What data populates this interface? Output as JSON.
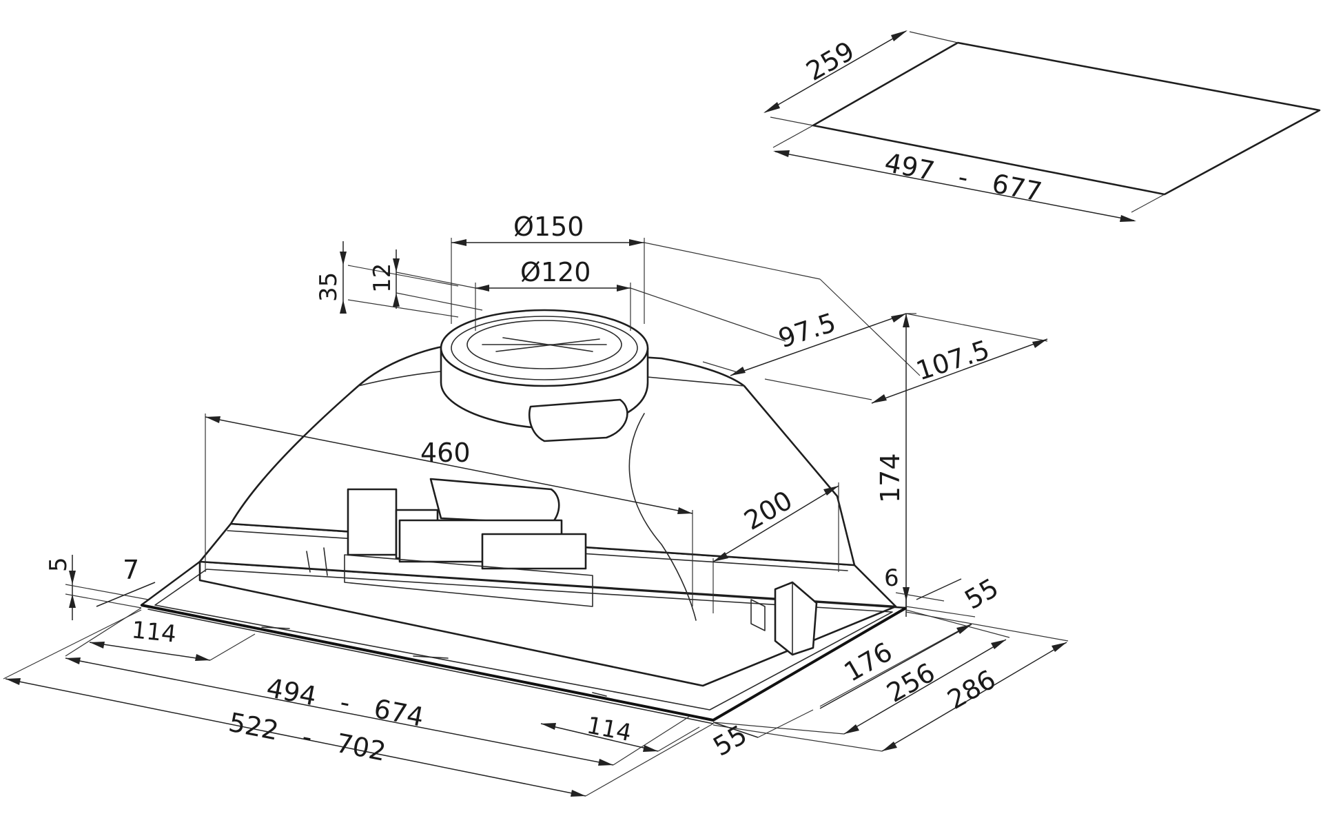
{
  "dimensions": {
    "panel_width": "259",
    "panel_length": "497   -   677",
    "outlet_outer_diameter": "Ø150",
    "outlet_inner_diameter": "Ø120",
    "collar_height_35": "35",
    "collar_height_12": "12",
    "outlet_offset_97_5": "97.5",
    "outlet_offset_107_5": "107.5",
    "hood_height": "174",
    "body_length": "460",
    "body_depth": "200",
    "flange_thickness": "6",
    "edge_5": "5",
    "edge_7": "7",
    "fixing_offset_left": "114",
    "fixing_offset_right": "114",
    "cutout_length": "494   -   674",
    "overall_length": "522   -   702",
    "fixing_55_front": "55",
    "fixing_55_back": "55",
    "depth_176": "176",
    "depth_256": "256",
    "depth_286": "286"
  }
}
